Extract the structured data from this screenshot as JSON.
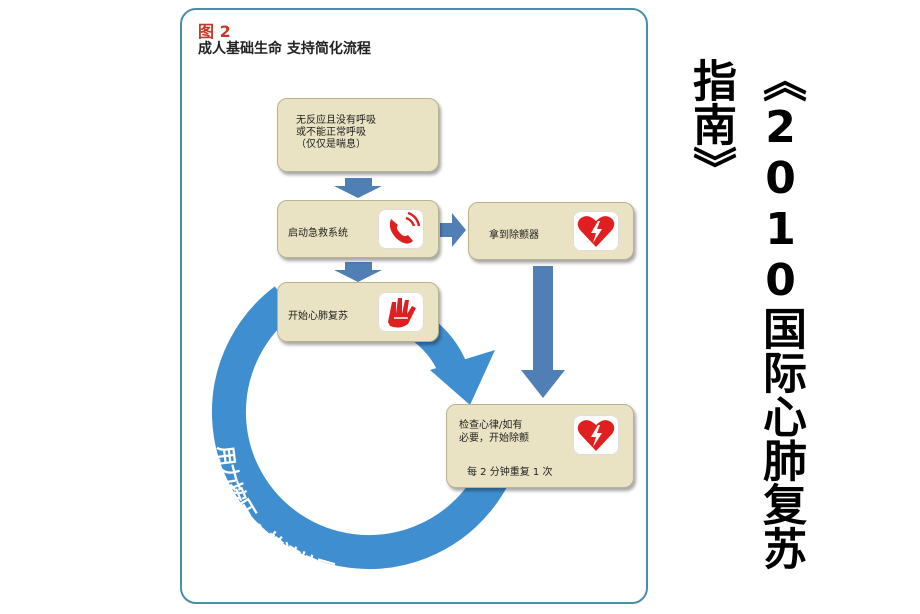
{
  "figure": {
    "label": "图 2",
    "title": "成人基础生命 支持简化流程"
  },
  "steps": {
    "assess": {
      "lines": [
        "无反应且没有呼吸",
        "或不能正常呼吸",
        "（仅仅是喘息）"
      ]
    },
    "call": {
      "label": "启动急救系统",
      "icon": "phone-icon"
    },
    "aed": {
      "label": "拿到除颤器",
      "icon": "heart-defib-icon"
    },
    "cpr": {
      "label": "开始心肺复苏",
      "icon": "hands-icon"
    },
    "rhythm": {
      "lines": [
        "检查心律/如有",
        "必要，开始除颤"
      ],
      "repeat": "每 2 分钟重复 1 次",
      "icon": "heart-defib-icon"
    }
  },
  "cycle": {
    "left_text": "用力按压",
    "dot": "•",
    "right_text": "快速按压"
  },
  "side_title": "《2010国际心肺复苏指南》",
  "colors": {
    "box": "#e9e3c3",
    "arrow": "#4f7fb5",
    "ring": "#3f8fd0",
    "accent": "#e02020"
  }
}
